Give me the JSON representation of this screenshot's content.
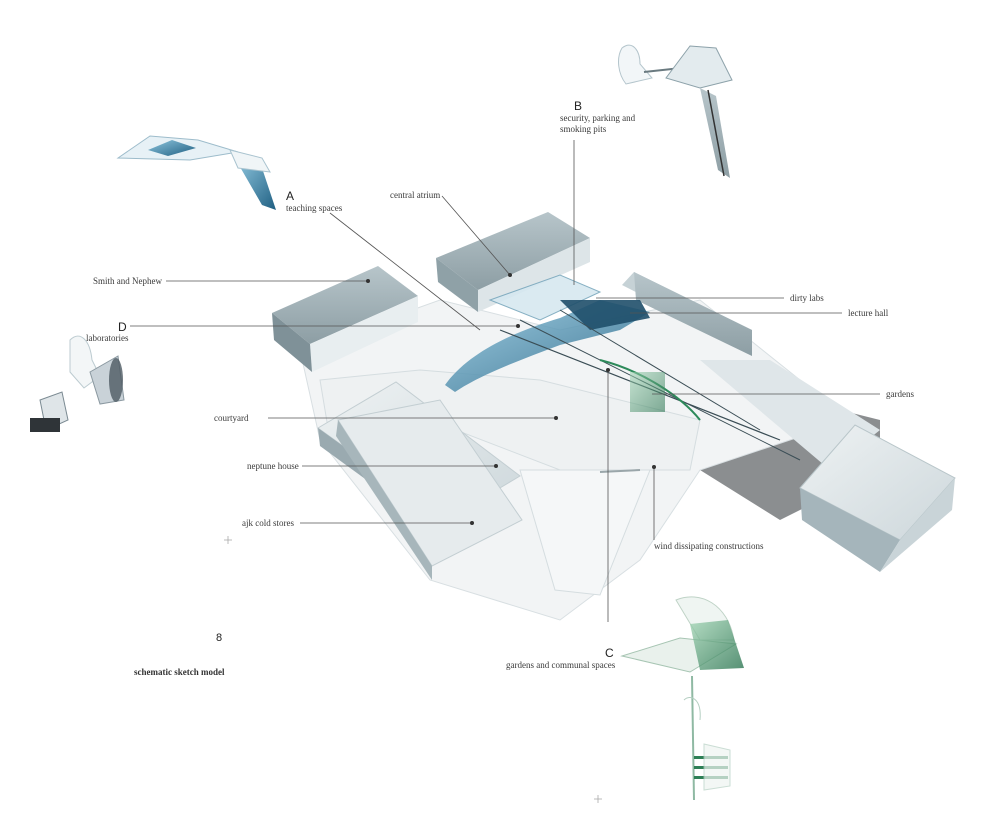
{
  "zones": [
    {
      "id": "A",
      "letter": "A",
      "text": "teaching spaces"
    },
    {
      "id": "B",
      "letter": "B",
      "text_line1": "security, parking and",
      "text_line2": "smoking pits"
    },
    {
      "id": "C",
      "letter": "C",
      "text": "gardens and communal spaces"
    },
    {
      "id": "D",
      "letter": "D",
      "text": "laboratories"
    }
  ],
  "labels": {
    "central_atrium": "central atrium",
    "smith_and_nephew": "Smith and Nephew",
    "dirty_labs": "dirty labs",
    "lecture_hall": "lecture hall",
    "gardens": "gardens",
    "courtyard": "courtyard",
    "neptune_house": "neptune house",
    "ajk_cold_stores": "ajk cold stores",
    "wind_dissipating": "wind dissipating constructions"
  },
  "page_number": "8",
  "caption": "schematic sketch model",
  "colors": {
    "block_light": "#d3dcdf",
    "block_dark": "#9aaab0",
    "glass_blue": "#3a8fb8",
    "glass_green": "#2d8a5a",
    "leader": "#555555"
  }
}
